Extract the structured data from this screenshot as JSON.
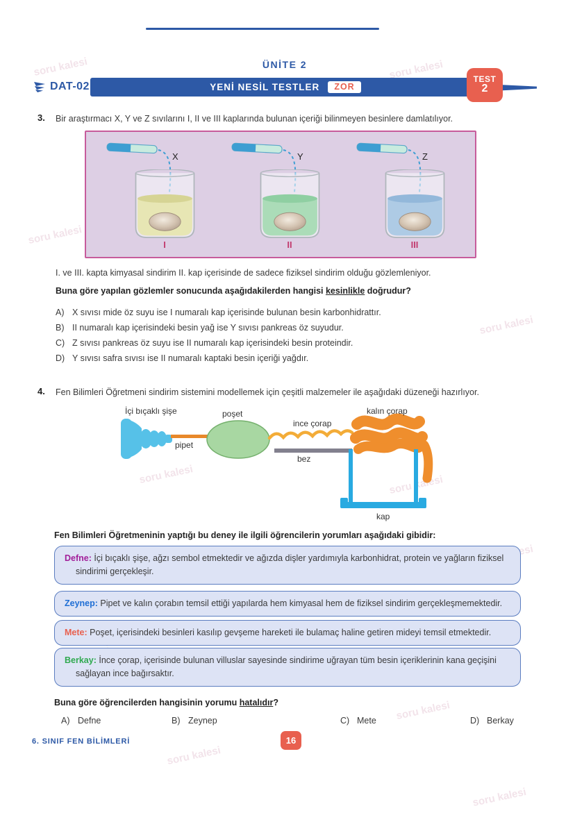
{
  "header": {
    "unit": "ÜNİTE 2",
    "booklet": "DAT-02",
    "banner": "YENİ NESİL TESTLER",
    "difficulty": "ZOR",
    "test_label": "TEST",
    "test_number": "2"
  },
  "q3": {
    "number": "3.",
    "intro": "Bir araştırmacı X, Y ve Z sıvılarını I, II ve III kaplarında bulunan içeriği bilinmeyen besinlere damlatılıyor.",
    "figure": {
      "beakers": [
        {
          "drop_label": "X",
          "numeral": "I",
          "liquid": "#e7e6b4",
          "liquid_top": "#d6d494"
        },
        {
          "drop_label": "Y",
          "numeral": "II",
          "liquid": "#abdcb8",
          "liquid_top": "#8fcfa2"
        },
        {
          "drop_label": "Z",
          "numeral": "III",
          "liquid": "#aecbe5",
          "liquid_top": "#93b8da"
        }
      ]
    },
    "observation": "I. ve III. kapta kimyasal sindirim II. kap içerisinde de sadece fiziksel sindirim olduğu gözlemleniyor.",
    "question_pre": "Buna göre yapılan gözlemler sonucunda aşağıdakilerden hangisi ",
    "question_u": "kesinlikle",
    "question_post": " doğrudur?",
    "options": [
      {
        "label": "A)",
        "text": "X sıvısı mide öz suyu ise I numaralı kap içerisinde bulunan besin karbonhidrattır."
      },
      {
        "label": "B)",
        "text": "II numaralı kap içerisindeki besin yağ ise Y sıvısı pankreas öz suyudur."
      },
      {
        "label": "C)",
        "text": "Z sıvısı pankreas öz suyu ise II numaralı kap içerisindeki besin proteindir."
      },
      {
        "label": "D)",
        "text": "Y sıvısı safra sıvısı ise II numaralı kaptaki besin içeriği yağdır."
      }
    ]
  },
  "q4": {
    "number": "4.",
    "intro": "Fen Bilimleri Öğretmeni sindirim sistemini modellemek için çeşitli malzemeler ile aşağıdaki düzeneği hazırlıyor.",
    "diagram_labels": {
      "bottle": "İçi bıçaklı şişe",
      "pipette": "pipet",
      "bag": "poşet",
      "thin_sock": "ince çorap",
      "cloth": "bez",
      "thick_sock": "kalın çorap",
      "container": "kap"
    },
    "lead": "Fen Bilimleri Öğretmeninin yaptığı bu deney ile ilgili öğrencilerin yorumları aşağıdaki gibidir:",
    "comments": [
      {
        "name": "Defne:",
        "color": "#a2209a",
        "text": " İçi bıçaklı şişe, ağzı sembol etmektedir ve ağızda dişler yardımıyla karbonhidrat, protein ve yağların fiziksel sindirimi gerçekleşir."
      },
      {
        "name": "Zeynep:",
        "color": "#1f6ed4",
        "text": " Pipet ve kalın çorabın temsil ettiği yapılarda hem kimyasal hem de fiziksel sindirim gerçekleşmemektedir."
      },
      {
        "name": "Mete:",
        "color": "#e8604f",
        "text": " Poşet, içerisindeki besinleri kasılıp gevşeme hareketi ile bulamaç haline getiren mideyi temsil etmektedir."
      },
      {
        "name": "Berkay:",
        "color": "#2fa94f",
        "text": " İnce çorap, içerisinde bulunan villuslar sayesinde sindirime uğrayan tüm besin içeriklerinin kana geçişini sağlayan ince bağırsaktır."
      }
    ],
    "question_pre": "Buna göre öğrencilerden hangisinin yorumu ",
    "question_u": "hatalıdır",
    "question_post": "?",
    "options": [
      {
        "label": "A)",
        "text": "Defne"
      },
      {
        "label": "B)",
        "text": "Zeynep"
      },
      {
        "label": "C)",
        "text": "Mete"
      },
      {
        "label": "D)",
        "text": "Berkay"
      }
    ]
  },
  "footer": {
    "course": "6. SINIF FEN BİLİMLERİ",
    "page": "16"
  },
  "watermark": "soru kalesi",
  "colors": {
    "banner_blue": "#2d59a6",
    "badge_red": "#e8604f",
    "figure_bg": "#ddcfe4",
    "figure_border": "#c75b9b",
    "numeral_pink": "#c23b6e",
    "comment_bg": "#dde3f5",
    "comment_border": "#5b7dc0",
    "bottle_blue": "#56c1e8",
    "pipette_orange": "#e8882a",
    "bag_green": "#a8d7a2",
    "sock_orange": "#ef8e2d",
    "cloth_gray": "#82808e",
    "container_blue": "#29aae1"
  }
}
